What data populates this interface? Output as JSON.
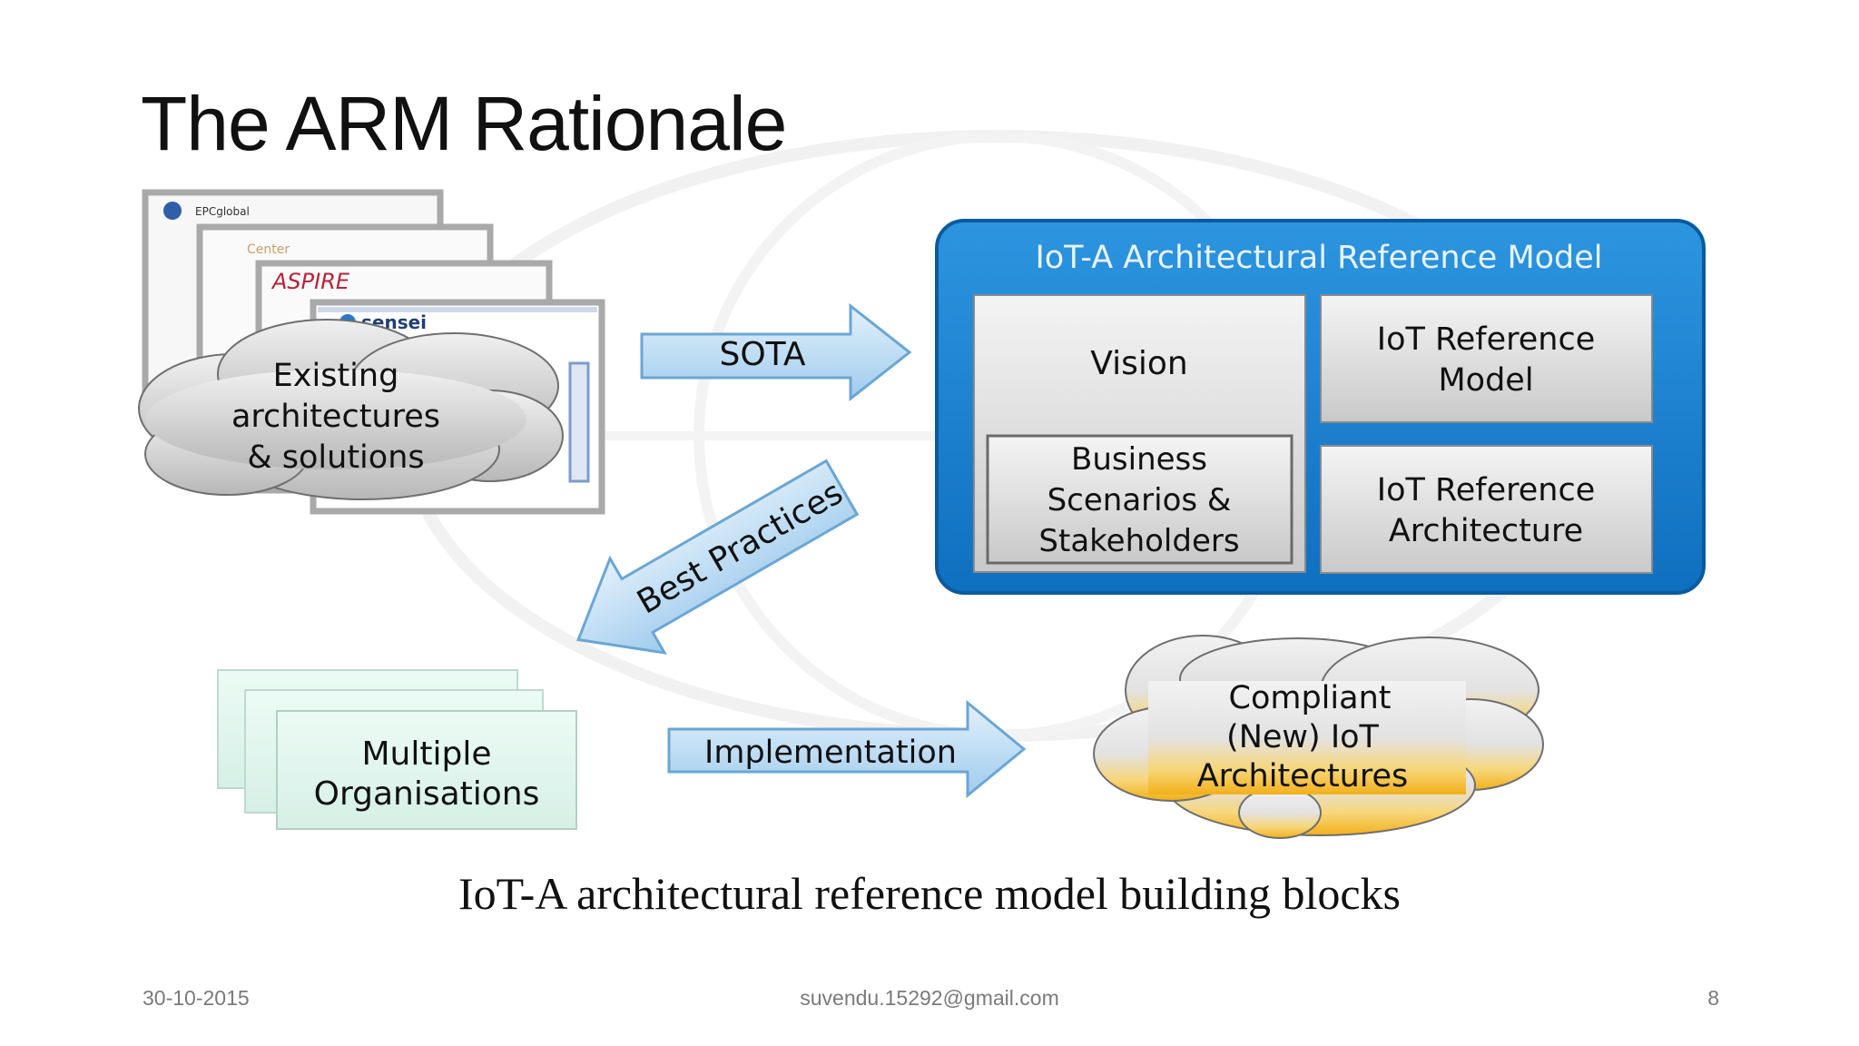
{
  "slide": {
    "title": "The ARM Rationale",
    "caption": "IoT-A architectural reference model building blocks",
    "footer": {
      "date": "30-10-2015",
      "email": "suvendu.15292@gmail.com",
      "page": "8"
    }
  },
  "diagram": {
    "existing": {
      "label_lines": [
        "Existing",
        "architectures",
        "& solutions"
      ],
      "logos": [
        "EPCglobal",
        "Center",
        "ASPIRE",
        "sensei"
      ]
    },
    "sota_label": "SOTA",
    "arm": {
      "header": "IoT-A Architectural Reference Model",
      "vision": "Vision",
      "business_lines": [
        "Business",
        "Scenarios &",
        "Stakeholders"
      ],
      "ref_model_lines": [
        "IoT Reference",
        "Model"
      ],
      "ref_arch_lines": [
        "IoT Reference",
        "Architecture"
      ]
    },
    "best_practices_label": "Best Practices",
    "organisations_lines": [
      "Multiple",
      "Organisations"
    ],
    "implementation_label": "Implementation",
    "compliant_lines": [
      "Compliant",
      "(New) IoT",
      "Architectures"
    ]
  },
  "colors": {
    "arm_blue": "#1a7fd0",
    "arm_border": "#0d5fa8",
    "arrow_fill": "#bcdcf2",
    "arrow_stroke": "#6aa6d4",
    "cloud_gray": "#d8d8d8",
    "cloud_gold": "#f2b81a",
    "org_box": "#e4f7f0"
  }
}
